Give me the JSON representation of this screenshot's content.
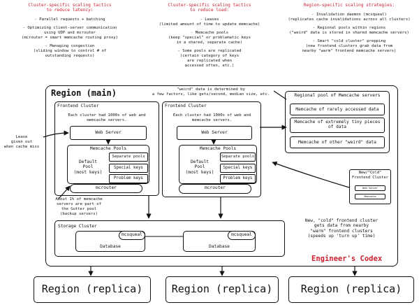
{
  "tactics": [
    {
      "title": "Cluster-specific scaling tactics\nto reduce latency:",
      "items": [
        "- Parallel requests + batching",
        "- Optimizing client-server communication\nusing UDP and mcrouter\n(mcrouter = smart memcache routing proxy)",
        "- Managing congestion\n(sliding window to control # of\noutstanding requests)"
      ]
    },
    {
      "title": "Cluster-specific scaling tactics\nto reduce load:",
      "items": [
        "- Leases\n(limited amount of time to update memcache)",
        "- Memcache pools\n(keep \"special\" or problematic keys\nin a shared, separate cache)",
        "- Some pools are replicated\n(certain category of keys\nare replicated when\naccessed often, etc.)"
      ]
    },
    {
      "title": "Region-specific scaling strategies:",
      "items": [
        "- Invalidation daemon (mcsqueal)\n(replicates cache invalidations across all clusters)",
        "- Regional pools within regions\n(\"weird\" data is stored in shared memcache servers)",
        "- Smart \"cold cluster\" prepping\n(new frontend clusters grab data from\nnearby \"warm\" frontend memcache servers)"
      ]
    }
  ],
  "region_main": {
    "title": "Region (main)",
    "weird_note": "\"weird\" data is determined by\na few factors, like gets/second, median size, etc.",
    "regional_pool": {
      "title": "Regional pool of Memcache servers",
      "items": [
        "Memcache of rarely accessed data",
        "Memcache of extremely tiny pieces\nof data",
        "Memcache of other \"weird\" data"
      ]
    },
    "frontend_clusters": [
      {
        "title": "Frontend Cluster",
        "desc": "Each cluster had 1000s of web and\nmemcache servers.",
        "web_server": "Web Server",
        "pools_title": "Memcache Pools",
        "default_pool": "Default\nPool\n(most keys)",
        "pools": [
          "Separate pools",
          "Special keys",
          "Problem keys"
        ],
        "mcrouter": "mcrouter"
      },
      {
        "title": "Frontend Cluster",
        "desc": "Each cluster had 1000s of web and\nmemcache servers.",
        "web_server": "Web Server",
        "pools_title": "Memcache Pools",
        "default_pool": "Default\nPool\n(most keys)",
        "pools": [
          "Separate pools",
          "Special keys",
          "Problem keys"
        ],
        "mcrouter": "mcrouter"
      }
    ],
    "cold_cluster": {
      "title": "New/\"Cold\"\nFrontend Cluster",
      "items": [
        "Web Server",
        "Memcache"
      ]
    },
    "lease_note": "Lease\ngiven out\nwhen cache miss",
    "gutter_note": "About 1% of memcache\nservers are part of\nthe Gutter pool\n(backup servers)",
    "cold_note": "New, \"cold\" frontend cluster\ngets data from nearby\n\"warm\" frontend clusters\n(speeds up 'turn up' time)",
    "storage": {
      "title": "Storage Cluster",
      "mcsqueal": "mcsqueal",
      "database": "Database"
    },
    "brand": "Engineer's Codex"
  },
  "replicas": [
    "Region (replica)",
    "Region (replica)",
    "Region (replica)"
  ]
}
